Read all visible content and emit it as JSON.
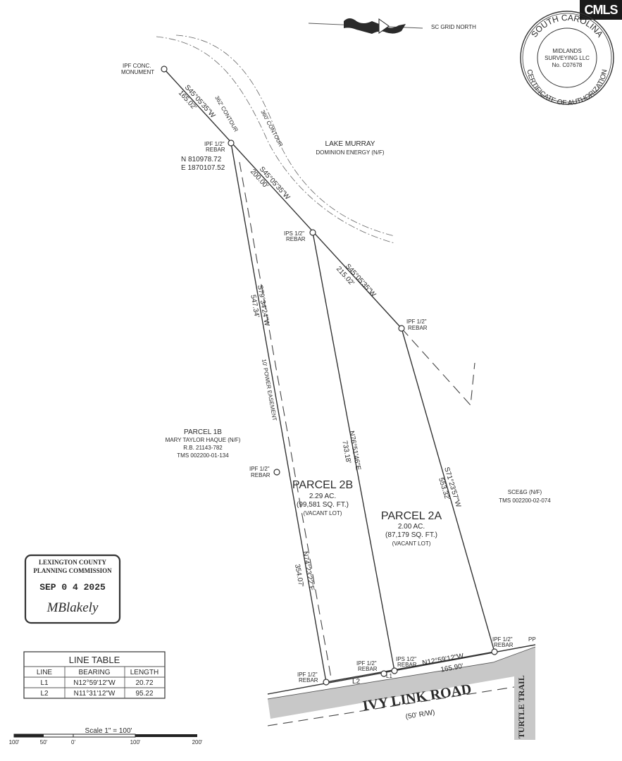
{
  "logo": {
    "text": "CMLS"
  },
  "north_arrow": {
    "label": "SC GRID NORTH"
  },
  "seal": {
    "ring_text_top": "SOUTH CAROLINA",
    "ring_text_bottom": "CERTIFICATE OF AUTHORIZATION",
    "line1": "MIDLANDS",
    "line2": "SURVEYING LLC",
    "line3": "No. C07678"
  },
  "monuments": {
    "conc": [
      "IPF CONC.",
      "MONUMENT"
    ],
    "top_rebar": [
      "IPF 1/2\"",
      "REBAR"
    ],
    "mid_rebar": [
      "IPS 1/2\"",
      "REBAR"
    ],
    "right_rebar": [
      "IPF 1/2\"",
      "REBAR"
    ],
    "left_rebar": [
      "IPF 1/2\"",
      "REBAR"
    ],
    "bottom_left_rebar": [
      "IPF 1/2\"",
      "REBAR"
    ],
    "bottom_mid_rebar": [
      "IPF 1/2\"",
      "REBAR"
    ],
    "bottom_mid2_rebar": [
      "IPS 1/2\"",
      "REBAR"
    ],
    "bottom_right_rebar": [
      "IPF 1/2\"",
      "REBAR"
    ],
    "pp": "PP"
  },
  "coordinates": {
    "north": "N 810978.72",
    "east": "E 1870107.52"
  },
  "bearings": {
    "b1": [
      "S45°05'35\"W",
      "165.02'"
    ],
    "b2": [
      "S45°05'35\"W",
      "200.00'"
    ],
    "b3": [
      "S45°05'35\"W",
      "215.02'"
    ],
    "b4": [
      "S79°34'24\"W",
      "547.34'"
    ],
    "b5": [
      "N76°51'46\"E",
      "733.18'"
    ],
    "b6": [
      "S71°23'57\"W",
      "553.32'"
    ],
    "b7": [
      "N74°23'22\"E",
      "354.07'"
    ],
    "b8": [
      "N12°59'12\"W",
      "165.90'"
    ]
  },
  "contours": {
    "c362": "362' CONTOUR",
    "c360": "360' CONTOUR"
  },
  "easement": "10' POWER EASEMENT",
  "lake": {
    "name": "LAKE MURRAY",
    "owner": "DOMINION ENERGY (N/F)"
  },
  "parcel_1b": [
    "PARCEL 1B",
    "MARY TAYLOR HAQUE (N/F)",
    "R.B. 21143-782",
    "TMS 002200-01-134"
  ],
  "sceg": [
    "SCE&G (N/F)",
    "TMS 002200-02-074"
  ],
  "parcel_2b": {
    "name": "PARCEL 2B",
    "acres": "2.29 AC.",
    "sqft": "(99,581 SQ. FT.)",
    "note": "(VACANT LOT)"
  },
  "parcel_2a": {
    "name": "PARCEL 2A",
    "acres": "2.00 AC.",
    "sqft": "(87,179 SQ. FT.)",
    "note": "(VACANT LOT)"
  },
  "stamp": {
    "line1": "LEXINGTON COUNTY",
    "line2": "PLANNING COMMISSION",
    "date": "SEP 0 4 2025",
    "signature": "MBlakely"
  },
  "line_table": {
    "title": "LINE TABLE",
    "headers": [
      "LINE",
      "BEARING",
      "LENGTH"
    ],
    "rows": [
      [
        "L1",
        "N12°59'12\"W",
        "20.72"
      ],
      [
        "L2",
        "N11°31'12\"W",
        "95.22"
      ]
    ]
  },
  "line_labels": {
    "l1": "L1",
    "l2": "L2"
  },
  "road": {
    "name": "IVY LINK ROAD",
    "width": "(50' R/W)",
    "side": "TURTLE TRAIL"
  },
  "scale": {
    "label": "Scale 1\" = 100'",
    "ticks": [
      "100'",
      "50'",
      "0'",
      "100'",
      "200'"
    ]
  }
}
